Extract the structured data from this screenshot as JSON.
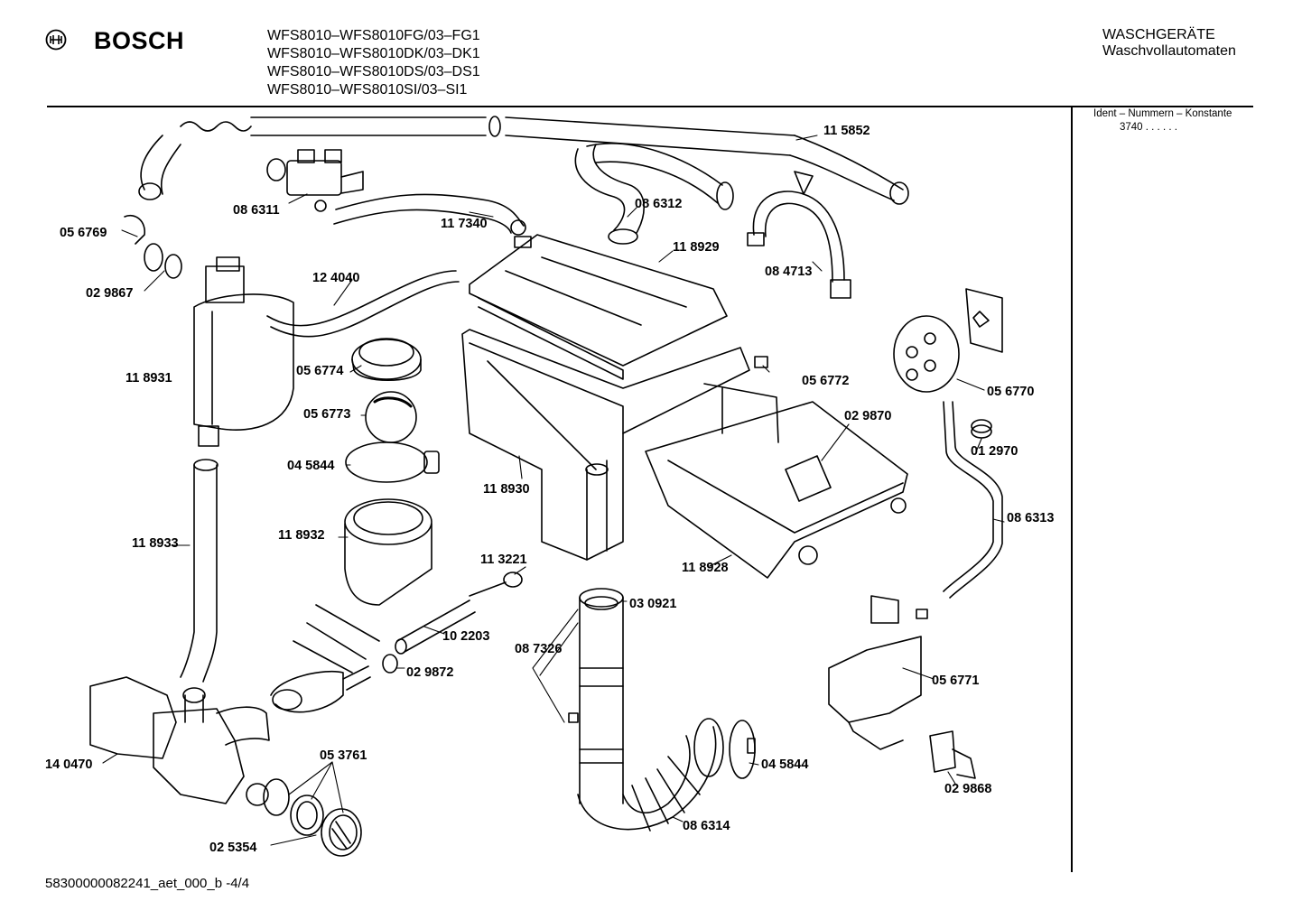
{
  "header": {
    "brand": "BOSCH",
    "models": [
      "WFS8010–WFS8010FG/03–FG1",
      "WFS8010–WFS8010DK/03–DK1",
      "WFS8010–WFS8010DS/03–DS1",
      "WFS8010–WFS8010SI/03–SI1"
    ],
    "category_line1": "WASCHGERÄTE",
    "category_line2": "Waschvollautomaten"
  },
  "ident": {
    "title": "Ident – Nummern – Konstante",
    "value": "3740 . . . . . ."
  },
  "footer": {
    "doc_id": "58300000082241_aet_000_b  -4/4"
  },
  "parts": [
    {
      "id": "115852",
      "label": "11 5852"
    },
    {
      "id": "086311",
      "label": "08 6311"
    },
    {
      "id": "086312",
      "label": "08 6312"
    },
    {
      "id": "117340",
      "label": "11 7340"
    },
    {
      "id": "056769",
      "label": "05 6769"
    },
    {
      "id": "118929",
      "label": "11 8929"
    },
    {
      "id": "084713",
      "label": "08 4713"
    },
    {
      "id": "124040",
      "label": "12 4040"
    },
    {
      "id": "029867",
      "label": "02 9867"
    },
    {
      "id": "118931",
      "label": "11 8931"
    },
    {
      "id": "056774",
      "label": "05 6774"
    },
    {
      "id": "056772",
      "label": "05 6772"
    },
    {
      "id": "056770",
      "label": "05 6770"
    },
    {
      "id": "056773",
      "label": "05 6773"
    },
    {
      "id": "029870",
      "label": "02 9870"
    },
    {
      "id": "012970",
      "label": "01 2970"
    },
    {
      "id": "045844a",
      "label": "04 5844"
    },
    {
      "id": "118930",
      "label": "11 8930"
    },
    {
      "id": "086313",
      "label": "08 6313"
    },
    {
      "id": "118932",
      "label": "11 8932"
    },
    {
      "id": "118933",
      "label": "11 8933"
    },
    {
      "id": "113221",
      "label": "11 3221"
    },
    {
      "id": "118928",
      "label": "11 8928"
    },
    {
      "id": "030921",
      "label": "03 0921"
    },
    {
      "id": "102203",
      "label": "10 2203"
    },
    {
      "id": "087326",
      "label": "08 7326"
    },
    {
      "id": "029872",
      "label": "02 9872"
    },
    {
      "id": "056771",
      "label": "05 6771"
    },
    {
      "id": "140470",
      "label": "14 0470"
    },
    {
      "id": "053761",
      "label": "05 3761"
    },
    {
      "id": "045844b",
      "label": "04 5844"
    },
    {
      "id": "029868",
      "label": "02 9868"
    },
    {
      "id": "025354",
      "label": "02 5354"
    },
    {
      "id": "086314",
      "label": "08 6314"
    }
  ]
}
